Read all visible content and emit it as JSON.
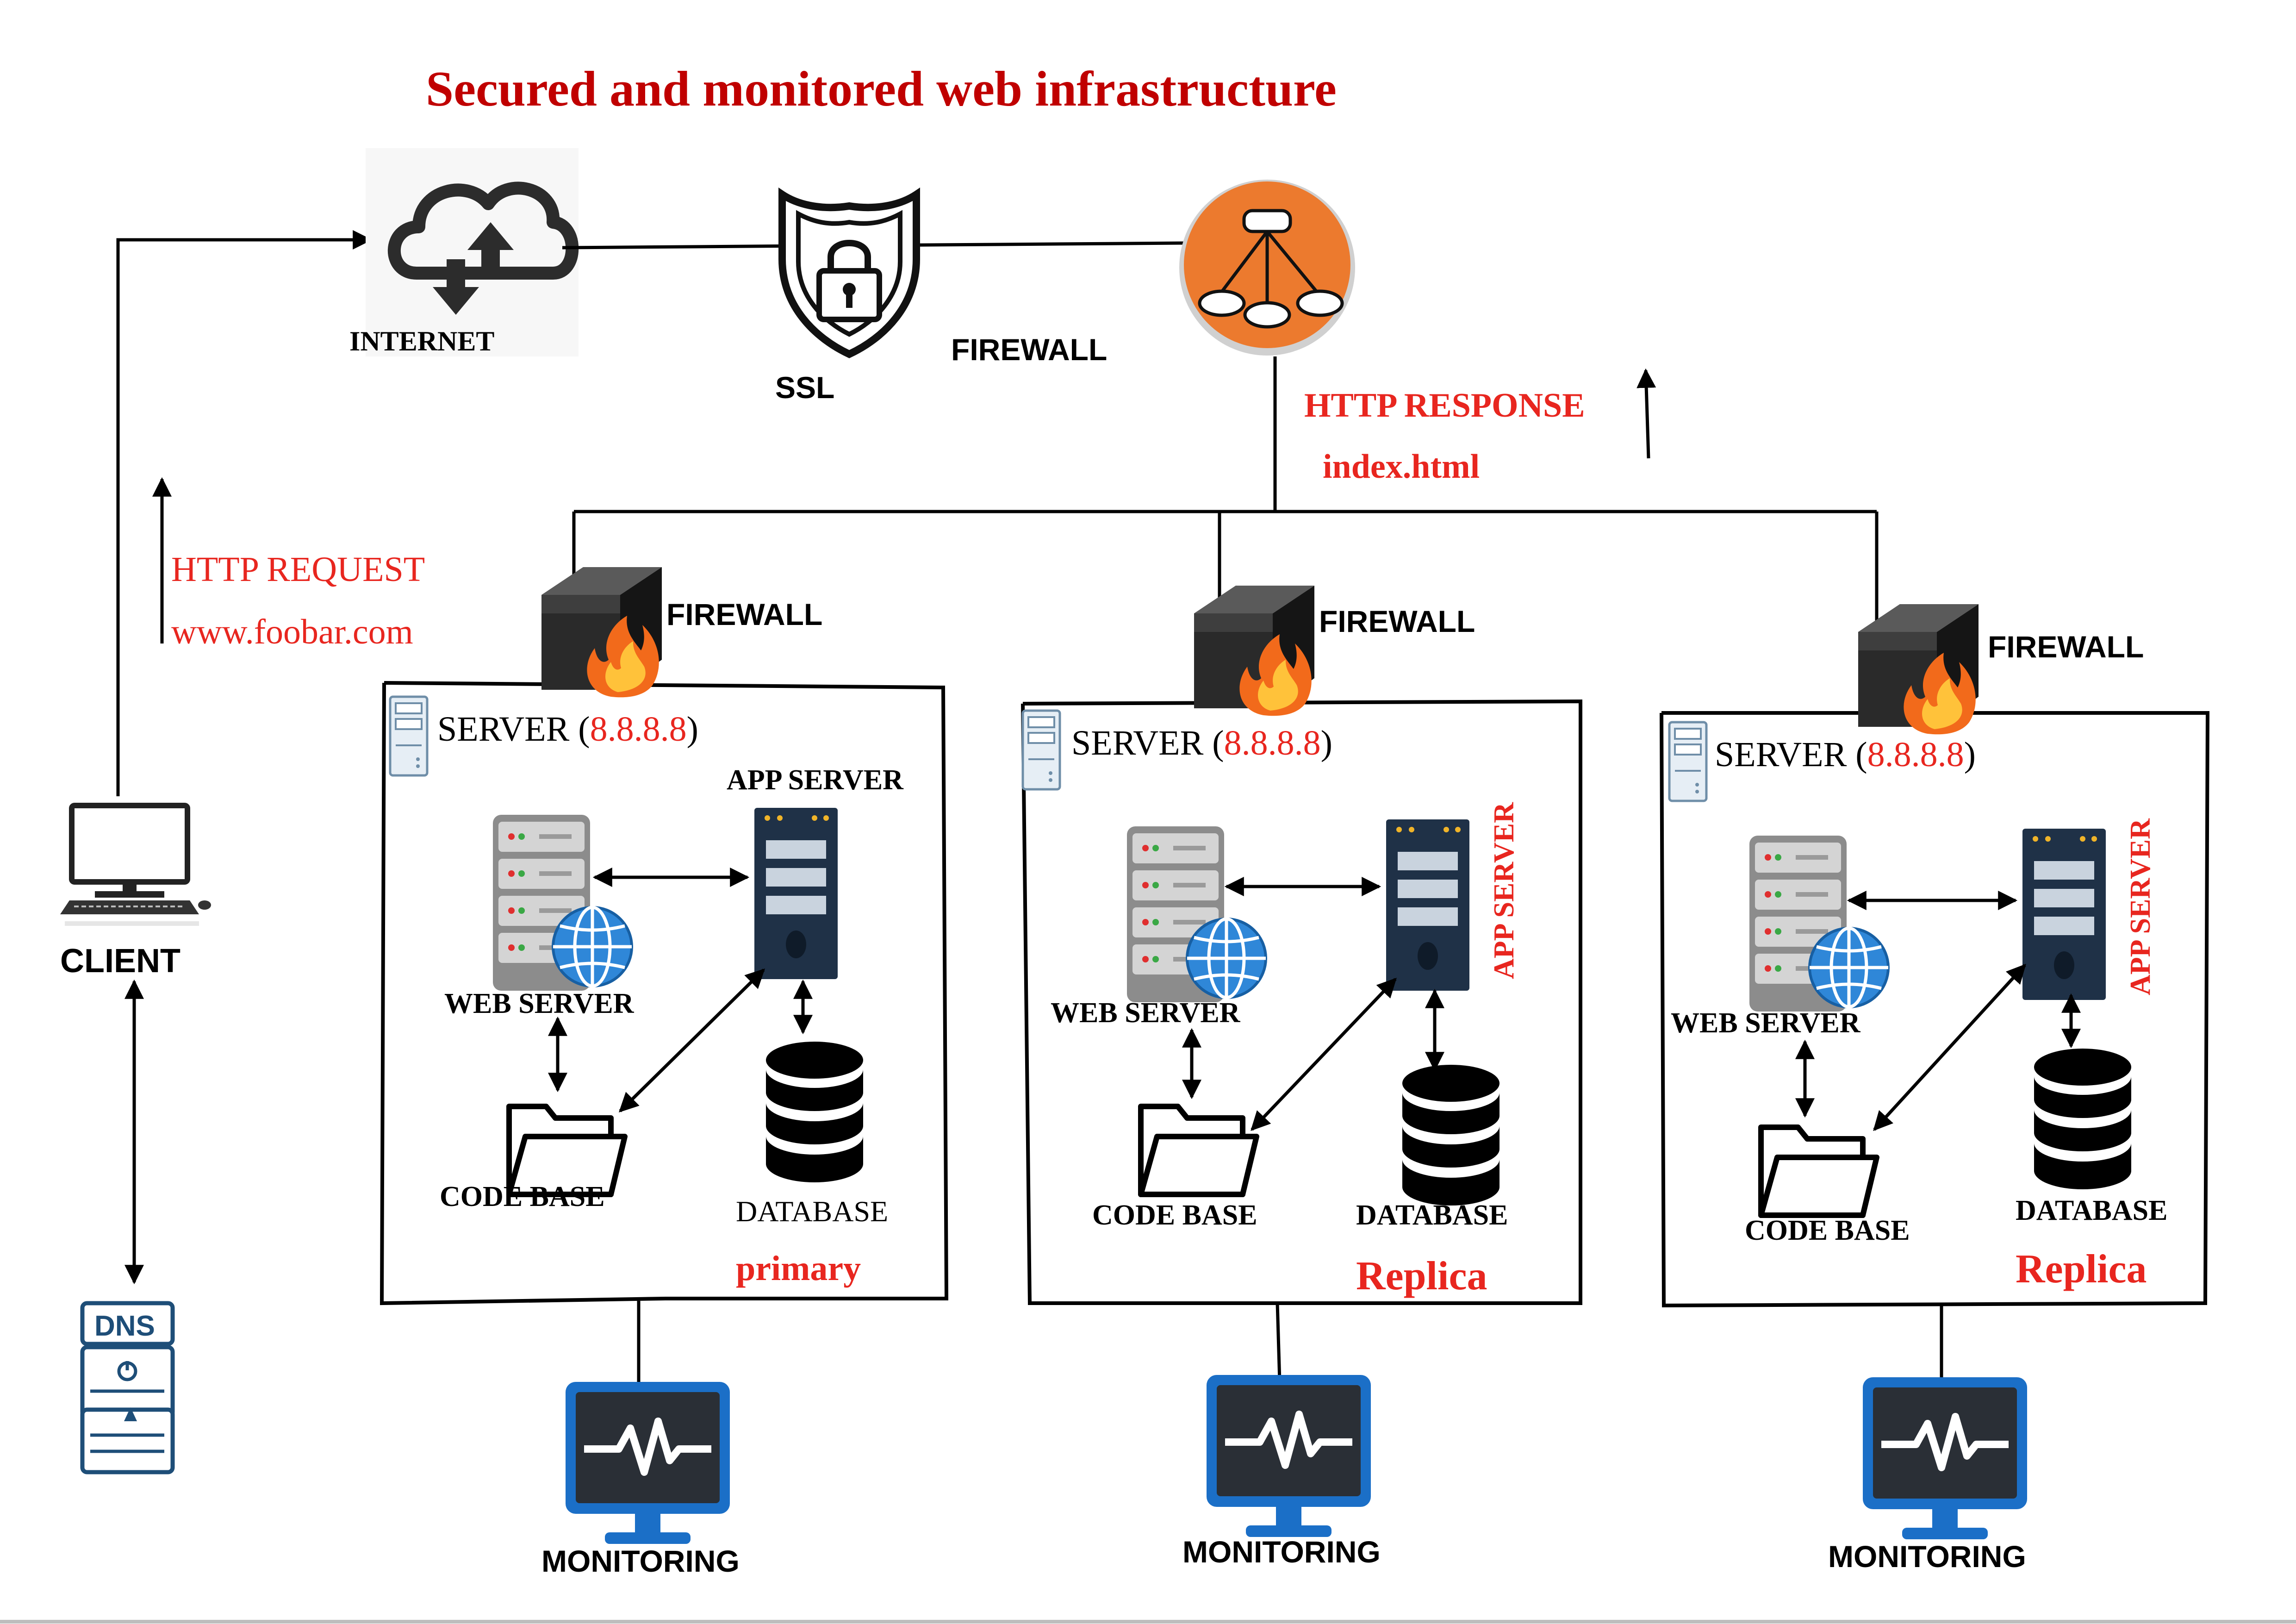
{
  "title": "Secured and monitored web infrastructure",
  "colors": {
    "title": "#c00000",
    "red_text": "#e8261f",
    "orange": "#ec7a2e",
    "navy": "#1f3147",
    "blue": "#1d78d0",
    "grey": "#6b6b6b"
  },
  "top": {
    "internet_label": "INTERNET",
    "ssl_label": "SSL",
    "lb_firewall_label": "FIREWALL",
    "response_line1": "HTTP RESPONSE",
    "response_line2": "index.html"
  },
  "client": {
    "request_line1": "HTTP REQUEST",
    "request_line2": "www.foobar.com",
    "client_label": "CLIENT",
    "dns_label": "DNS"
  },
  "servers": [
    {
      "firewall_label": "FIREWALL",
      "server_prefix": "SERVER (",
      "server_ip": "8.8.8.8",
      "server_suffix": ")",
      "app_label": "APP SERVER",
      "web_label": "WEB SERVER",
      "code_label": "CODE BASE",
      "db_label": "DATABASE",
      "role_label": "primary",
      "monitor_label": "MONITORING"
    },
    {
      "firewall_label": "FIREWALL",
      "server_prefix": "SERVER (",
      "server_ip": "8.8.8.8",
      "server_suffix": ")",
      "app_label": "APP SERVER",
      "web_label": "WEB SERVER",
      "code_label": "CODE BASE",
      "db_label": "DATABASE",
      "role_label": "Replica",
      "monitor_label": "MONITORING"
    },
    {
      "firewall_label": "FIREWALL",
      "server_prefix": "SERVER (",
      "server_ip": "8.8.8.8",
      "server_suffix": ")",
      "app_label": "APP SERVER",
      "web_label": "WEB SERVER",
      "code_label": "CODE BASE",
      "db_label": "DATABASE",
      "role_label": "Replica",
      "monitor_label": "MONITORING"
    }
  ]
}
